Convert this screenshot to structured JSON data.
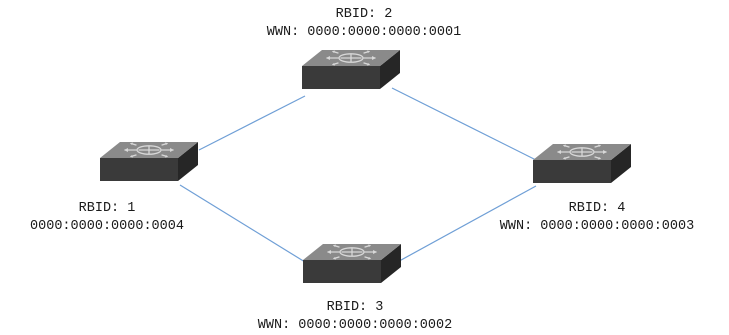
{
  "link_color": "#6f9fd6",
  "switch_icon": "switch-icon",
  "colors": {
    "switch_top": "#8a8a8a",
    "switch_front": "#3a3a3a",
    "switch_side": "#262626",
    "switch_symbol": "#d8d8d8"
  },
  "nodes": [
    {
      "id": "rb2",
      "rbid_label": "RBID: 2",
      "wwn_label": "WWN: 0000:0000:0000:0001"
    },
    {
      "id": "rb1",
      "rbid_label": "RBID: 1",
      "wwn_label": "0000:0000:0000:0004"
    },
    {
      "id": "rb4",
      "rbid_label": "RBID: 4",
      "wwn_label": "WWN: 0000:0000:0000:0003"
    },
    {
      "id": "rb3",
      "rbid_label": "RBID: 3",
      "wwn_label": "WWN: 0000:0000:0000:0002"
    }
  ],
  "links": [
    [
      "rb1",
      "rb2"
    ],
    [
      "rb2",
      "rb4"
    ],
    [
      "rb1",
      "rb3"
    ],
    [
      "rb3",
      "rb4"
    ]
  ]
}
